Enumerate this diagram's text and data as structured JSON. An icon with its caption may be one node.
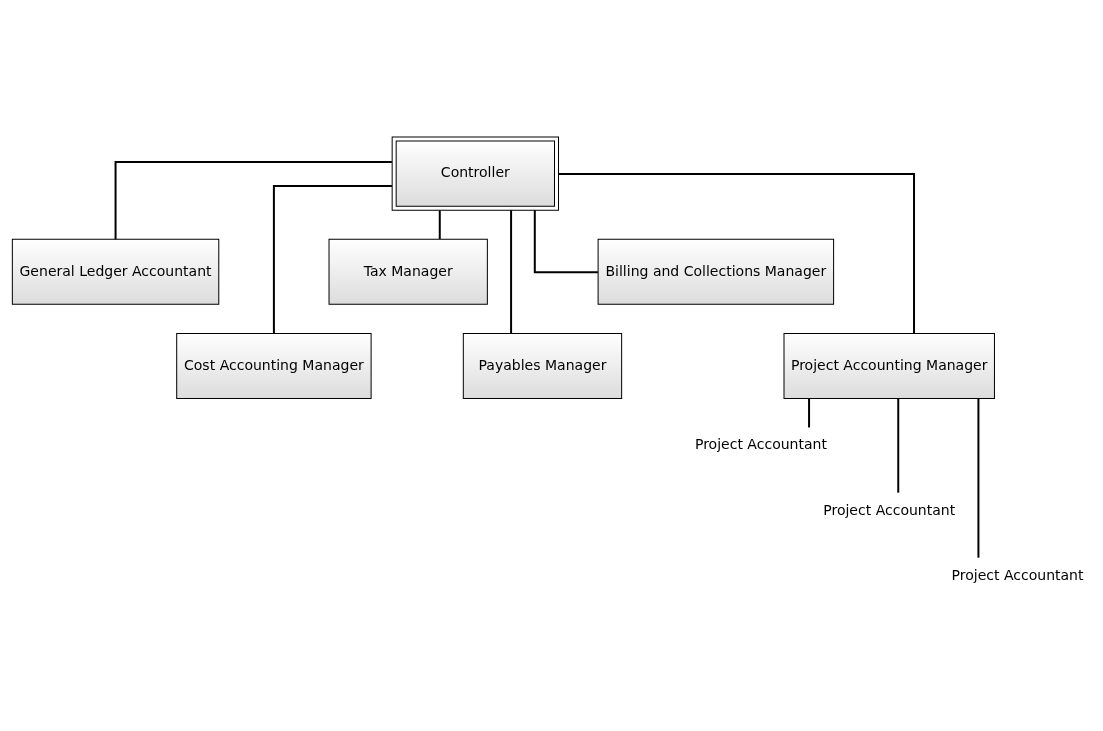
{
  "diagram": {
    "nodes": [
      {
        "text": [
          "Controller"
        ]
      },
      {
        "text": [
          "General Ledger Accountant"
        ]
      },
      {
        "text": [
          "Cost Accounting Manager"
        ]
      },
      {
        "text": [
          "Tax Manager"
        ]
      },
      {
        "text": [
          "Payables Manager"
        ]
      },
      {
        "text": [
          "Billing and Collections Manager"
        ]
      },
      {
        "text": [
          "Project Accounting Manager"
        ]
      },
      {
        "text": [
          "Project Accountant"
        ]
      },
      {
        "text": [
          "Project Accountant"
        ]
      },
      {
        "text": [
          "Project Accountant"
        ]
      }
    ],
    "edges": [
      {
        "from": 0,
        "to": 1,
        "arrow": "none"
      },
      {
        "from": 0,
        "to": 2,
        "arrow": "none"
      },
      {
        "from": 0,
        "to": 3,
        "arrow": "none"
      },
      {
        "from": 0,
        "to": 4,
        "arrow": "none"
      },
      {
        "from": 0,
        "to": 5,
        "arrow": "none"
      },
      {
        "from": 0,
        "to": 6,
        "arrow": "none"
      },
      {
        "from": 6,
        "to": 7,
        "arrow": "none"
      },
      {
        "from": 6,
        "to": 8,
        "arrow": "none"
      },
      {
        "from": 6,
        "to": 9,
        "arrow": "none"
      }
    ]
  }
}
